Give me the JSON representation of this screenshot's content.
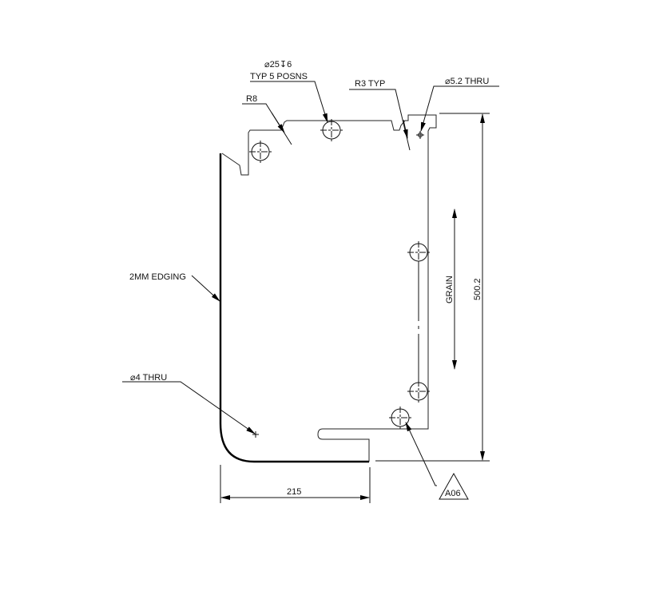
{
  "drawing": {
    "callouts": {
      "counterbore_hole": {
        "line1": "⌀25↧6",
        "line2": "TYP 5 POSNS"
      },
      "radius_r8": "R8",
      "radius_r3": "R3 TYP",
      "hole_5_2": "⌀5.2 THRU",
      "edging": "2MM EDGING",
      "hole_4": "⌀4 THRU",
      "grain": "GRAIN",
      "datum_tag": "A06"
    },
    "dimensions": {
      "width": "215",
      "height": "500.2"
    },
    "colors": {
      "line": "#111111",
      "background": "#ffffff"
    }
  }
}
